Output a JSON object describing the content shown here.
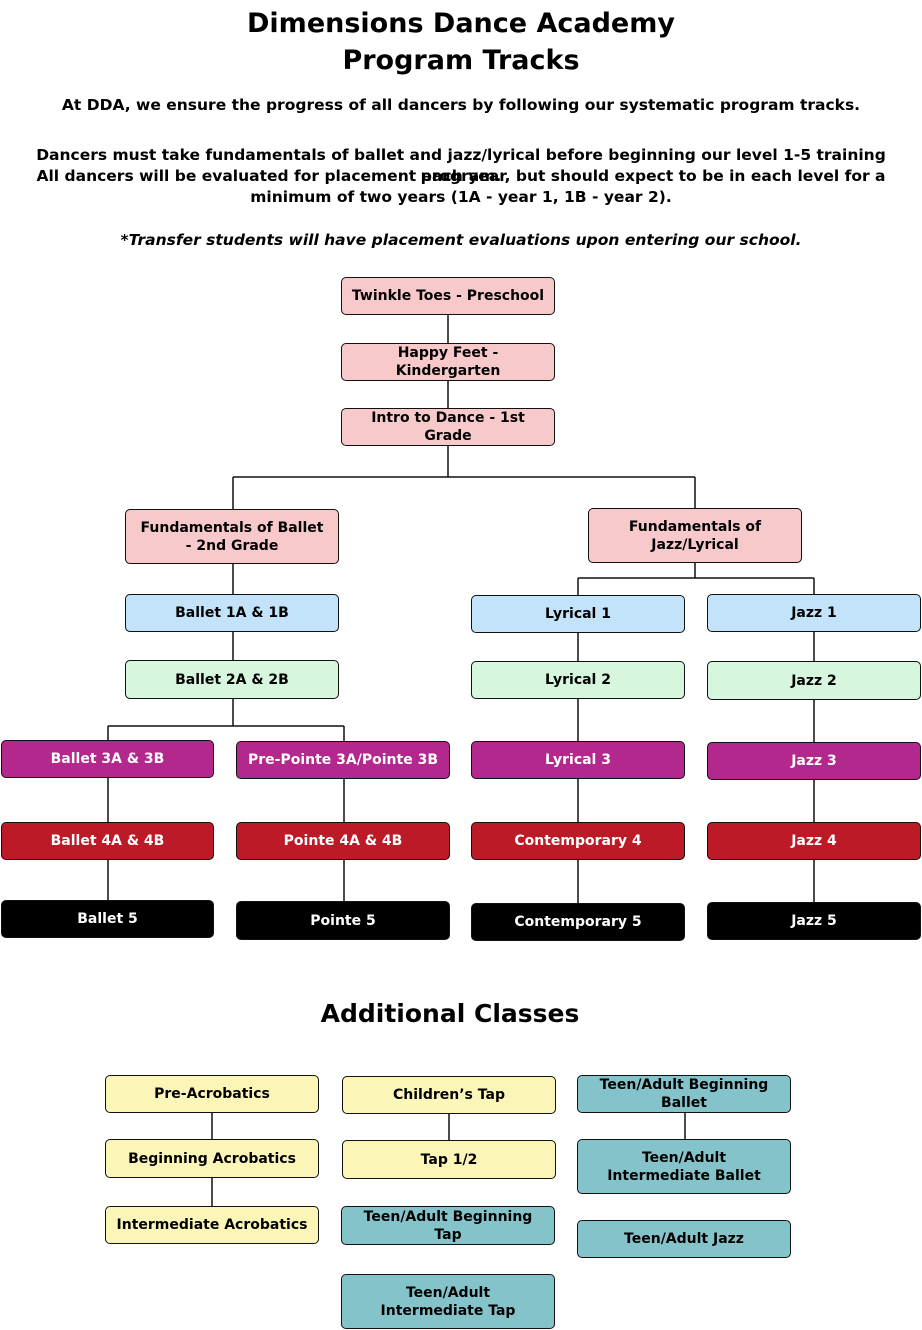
{
  "header": {
    "title_line1": "Dimensions Dance Academy",
    "title_line2": "Program Tracks",
    "intro": "At DDA, we ensure the progress of all dancers by following our systematic program tracks.",
    "requirement_line1": "Dancers must take fundamentals of ballet and jazz/lyrical before beginning our level 1-5 training program.",
    "requirement_line2": "All dancers will be evaluated for placement each year, but should expect to be in each level for a",
    "requirement_line3": "minimum of two years (1A - year 1, 1B - year 2).",
    "transfer_note": "*Transfer students will have placement evaluations upon entering our school."
  },
  "program_tracks": {
    "twinkle_toes": "Twinkle Toes - Preschool",
    "happy_feet": "Happy Feet - Kindergarten",
    "intro_to_dance": "Intro to Dance - 1st Grade",
    "fundamentals_ballet": "Fundamentals of Ballet - 2nd Grade",
    "fundamentals_jazz": "Fundamentals of Jazz/Lyrical",
    "ballet_1": "Ballet 1A & 1B",
    "ballet_2": "Ballet 2A & 2B",
    "ballet_3": "Ballet 3A & 3B",
    "pre_pointe_3": "Pre-Pointe 3A/Pointe 3B",
    "ballet_4": "Ballet 4A & 4B",
    "pointe_4": "Pointe 4A & 4B",
    "ballet_5": "Ballet 5",
    "pointe_5": "Pointe 5",
    "lyrical_1": "Lyrical 1",
    "lyrical_2": "Lyrical 2",
    "lyrical_3": "Lyrical 3",
    "contemporary_4": "Contemporary 4",
    "contemporary_5": "Contemporary 5",
    "jazz_1": "Jazz 1",
    "jazz_2": "Jazz 2",
    "jazz_3": "Jazz 3",
    "jazz_4": "Jazz 4",
    "jazz_5": "Jazz 5"
  },
  "additional_classes": {
    "title": "Additional Classes",
    "pre_acrobatics": "Pre-Acrobatics",
    "beginning_acrobatics": "Beginning Acrobatics",
    "intermediate_acrobatics": "Intermediate Acrobatics",
    "childrens_tap": "Children’s Tap",
    "tap_1_2": "Tap 1/2",
    "teen_adult_beginning_tap": "Teen/Adult Beginning Tap",
    "teen_adult_intermediate_tap": "Teen/Adult Intermediate Tap",
    "teen_adult_beginning_ballet": "Teen/Adult Beginning Ballet",
    "teen_adult_intermediate_ballet": "Teen/Adult Intermediate Ballet",
    "teen_adult_jazz": "Teen/Adult Jazz"
  },
  "colors": {
    "early_levels": "#f7c9cb",
    "level_1": "#c2e3f9",
    "level_2": "#d6f6dd",
    "level_3": "#b3288c",
    "level_4": "#bb1a26",
    "level_5": "#000000",
    "acro_tap": "#fbf6b8",
    "teen_adult": "#85c3cb"
  }
}
